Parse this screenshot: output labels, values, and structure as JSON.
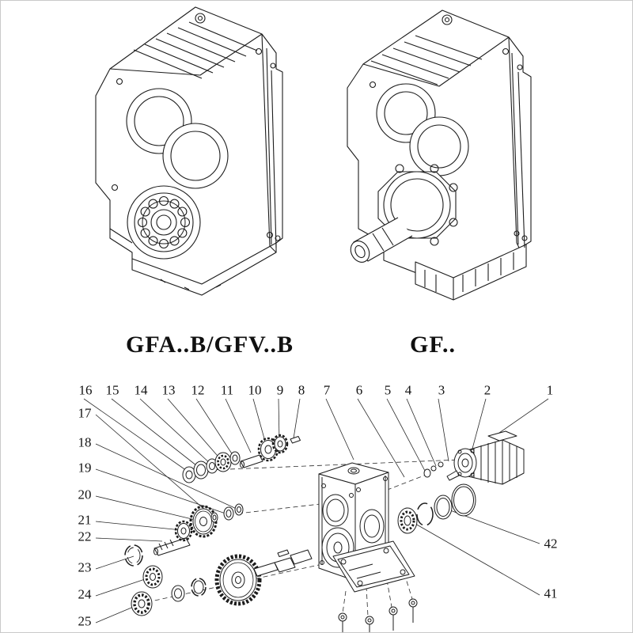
{
  "figures": {
    "left_label": "GFA..B/GFV..B",
    "right_label": "GF.."
  },
  "callouts": {
    "top": [
      "16",
      "15",
      "14",
      "13",
      "12",
      "11",
      "10",
      "9",
      "8",
      "7",
      "6",
      "5",
      "4",
      "3",
      "2",
      "1"
    ],
    "left": [
      "17",
      "18",
      "19",
      "20",
      "21",
      "22",
      "23",
      "24",
      "25"
    ],
    "right": [
      "42",
      "41"
    ]
  },
  "colors": {
    "line": "#1c1c1c",
    "background": "#ffffff",
    "border": "#c9c9c9"
  }
}
